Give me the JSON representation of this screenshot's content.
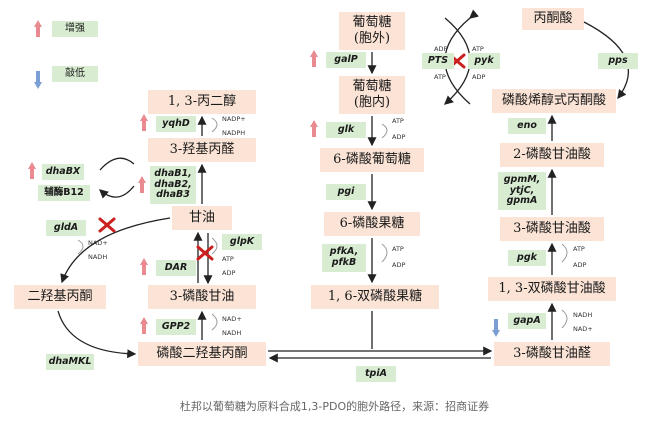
{
  "legend": {
    "up_label": "增强",
    "down_label": "敲低",
    "up_color": "#e88a8f",
    "down_color": "#7b9fd4"
  },
  "nodes": {
    "glucose_out": "葡萄糖\n(胞外)",
    "glucose_in": "葡萄糖\n(胞内)",
    "g6p": "6-磷酸葡萄糖",
    "f6p": "6-磷酸果糖",
    "fbp": "1, 6-双磷酸果糖",
    "pyruvate": "丙酮酸",
    "pep": "磷酸烯醇式丙酮酸",
    "pg2": "2-磷酸甘油酸",
    "pg3": "3-磷酸甘油酸",
    "bpg": "1, 3-双磷酸甘油酸",
    "gap": "3-磷酸甘油醛",
    "pdo": "1, 3-丙二醇",
    "hpa": "3-羟基丙醛",
    "glycerol": "甘油",
    "g3p": "3-磷酸甘油",
    "dhap": "磷酸二羟基丙酮",
    "dha": "二羟基丙酮"
  },
  "enzymes": {
    "galP": "galP",
    "glk": "glk",
    "pgi": "pgi",
    "pfk": "pfkA,\npfkB",
    "pts": "PTS",
    "pyk": "pyk",
    "pps": "pps",
    "eno": "eno",
    "gpm": "gpmM,\nytjC,\ngpmA",
    "pgk": "pgk",
    "gapA": "gapA",
    "yqhD": "yqhD",
    "dhaBX": "dhaBX",
    "b12": "辅酶B12",
    "dhaB": "dhaB1,\ndhaB2,\ndhaB3",
    "gldA": "gldA",
    "glpK": "glpK",
    "dar": "DAR",
    "gpp2": "GPP2",
    "dhaMKL": "dhaMKL",
    "tpiA": "tpiA"
  },
  "cofactors": {
    "atp": "ATP",
    "adp": "ADP",
    "nadp_plus": "NADP+",
    "nadph": "NADPH",
    "nad_plus": "NAD+",
    "nadh": "NADH"
  },
  "caption": "杜邦以葡萄糖为原料合成1,3-PDO的胞外路径，来源：招商证券"
}
